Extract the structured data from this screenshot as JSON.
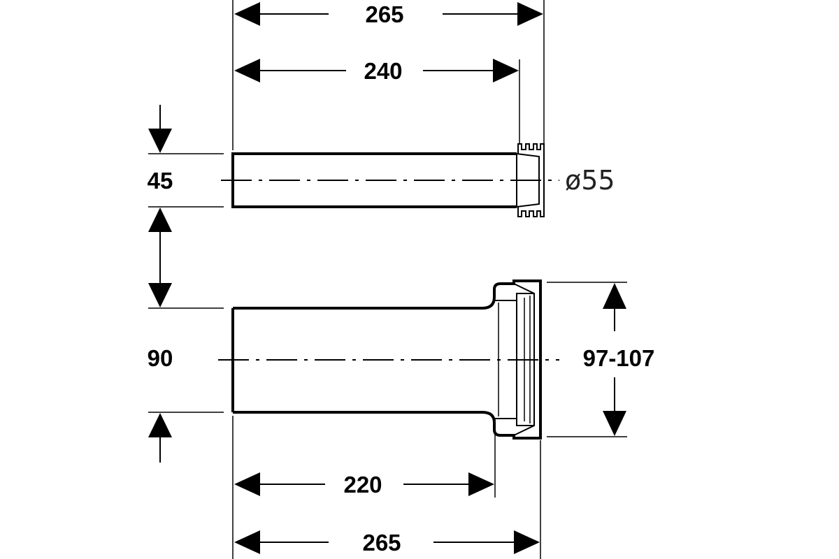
{
  "dimensions": {
    "top_overall_length": "265",
    "top_pipe_length": "240",
    "top_pipe_outer_diameter": "45",
    "top_connector_diameter": "ø55",
    "vertical_offset": "90",
    "bottom_pipe_length": "220",
    "bottom_overall_length": "265",
    "bottom_socket_diameter": "97-107"
  }
}
